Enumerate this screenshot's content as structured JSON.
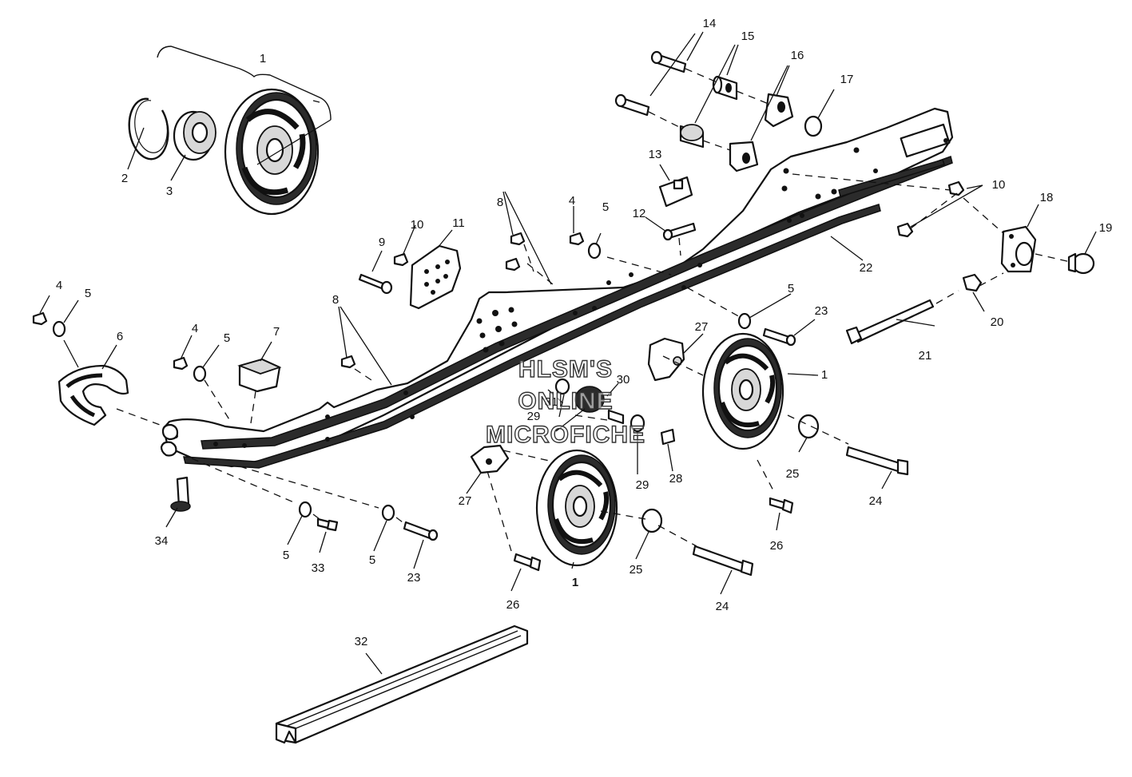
{
  "watermark": [
    "HLSM'S",
    "ONLINE",
    "MICROFICHE"
  ],
  "callouts": {
    "c1_top": "1",
    "c1_mid": "1",
    "c1_bot": "1",
    "c2": "2",
    "c3": "3",
    "c4_a": "4",
    "c4_b": "4",
    "c4_c": "4",
    "c5_a": "5",
    "c5_b": "5",
    "c5_c": "5",
    "c5_d": "5",
    "c5_e": "5",
    "c5_f": "5",
    "c6": "6",
    "c7": "7",
    "c8_a": "8",
    "c8_b": "8",
    "c9": "9",
    "c10_a": "10",
    "c10_b": "10",
    "c11": "11",
    "c12": "12",
    "c13": "13",
    "c14": "14",
    "c15": "15",
    "c16": "16",
    "c17": "17",
    "c18": "18",
    "c19": "19",
    "c20": "20",
    "c21": "21",
    "c22": "22",
    "c23_a": "23",
    "c23_b": "23",
    "c24_a": "24",
    "c24_b": "24",
    "c25_a": "25",
    "c25_b": "25",
    "c26_a": "26",
    "c26_b": "26",
    "c27_a": "27",
    "c27_b": "27",
    "c28": "28",
    "c29_a": "29",
    "c29_b": "29",
    "c30": "30",
    "c31": "31",
    "c32": "32",
    "c33": "33",
    "c34": "34"
  }
}
